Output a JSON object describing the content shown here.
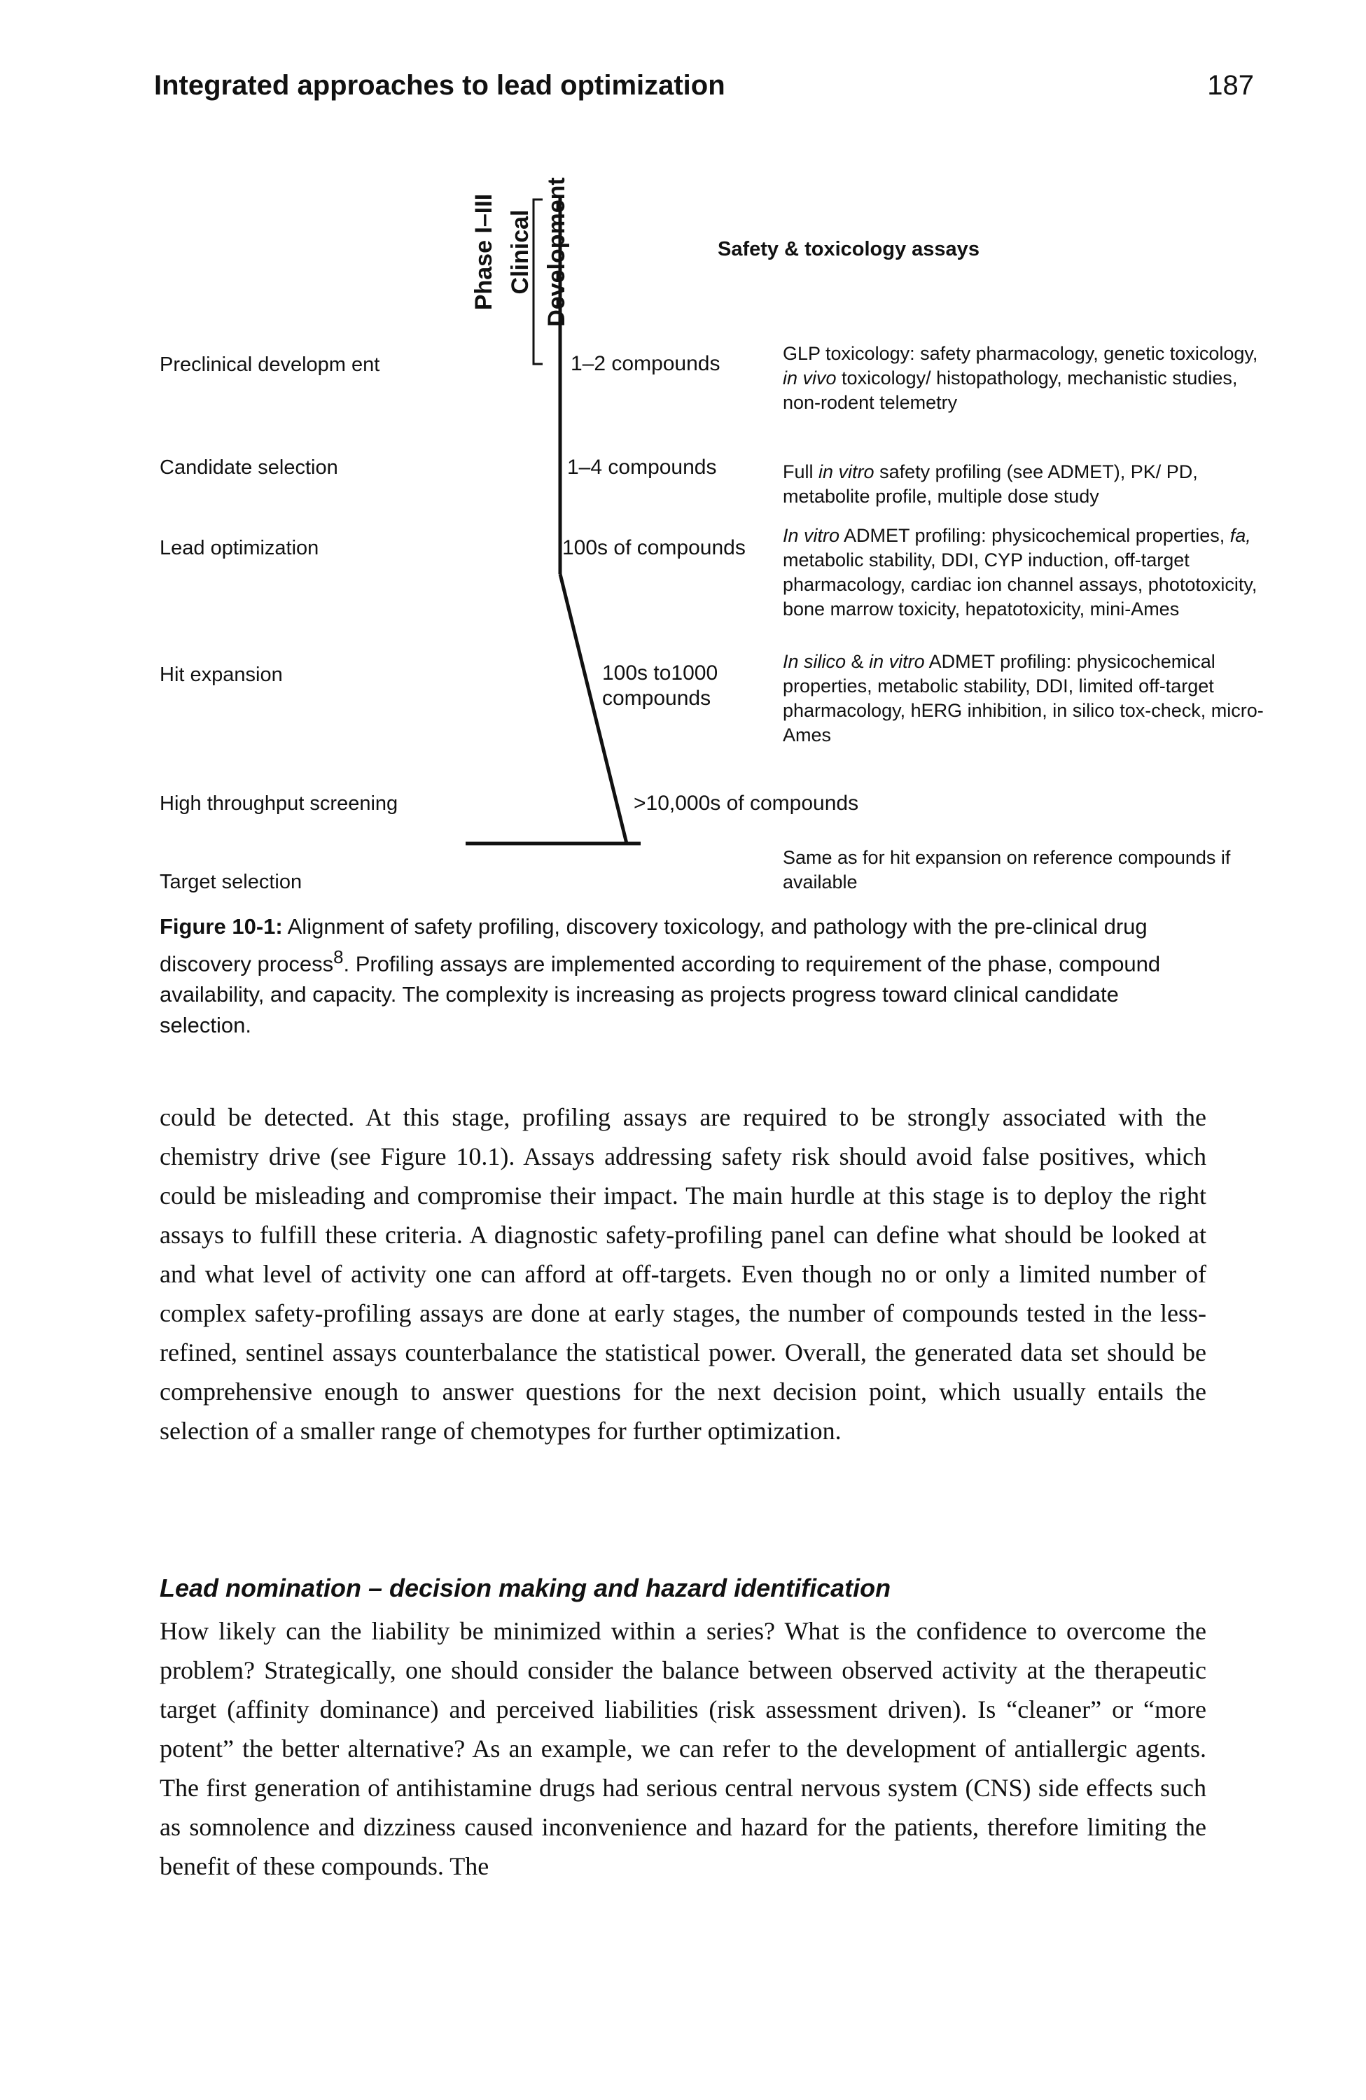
{
  "header": {
    "running_title": "Integrated approaches to lead optimization",
    "page_number": "187"
  },
  "figure": {
    "phase_label_line1": "Phase I–III",
    "phase_label_line2": "Clinical Development",
    "safety_title": "Safety & toxicology assays",
    "stages": [
      {
        "label": "Preclinical developm ent"
      },
      {
        "label": "Candidate selection"
      },
      {
        "label": "Lead optimization"
      },
      {
        "label": "Hit expansion"
      },
      {
        "label": "High throughput screening"
      },
      {
        "label": "Target selection"
      }
    ],
    "counts": [
      "1–2 compounds",
      "1–4 compounds",
      "100s of compounds",
      "100s to1000",
      "compounds",
      ">10,000s of compounds"
    ],
    "descriptions": {
      "d1": "GLP toxicology: safety pharmacology, genetic toxicology,",
      "d1_italic": "in vivo",
      "d1b": "toxicology/ histopathology, mechanistic studies, non-rodent telemetry",
      "d2a": "Full",
      "d2_italic": "in vitro",
      "d2b": "safety profiling (see ADMET), PK/ PD, metabolite profile, multiple dose study",
      "d3_italic": "In vitro",
      "d3a": "ADMET profiling: physicochemical properties,",
      "d3_italic2": "fa,",
      "d3b": "metabolic stability, DDI, CYP induction, off-target pharmacology, cardiac ion channel assays, phototoxicity, bone marrow toxicity, hepatotoxicity, mini-Ames",
      "d4_italic": "In silico",
      "d4a": "&",
      "d4_italic2": "in vitro",
      "d4b": "ADMET profiling: physicochemical properties, metabolic stability, DDI, limited off-target pharmacology, hERG inhibition, in silico tox-check, micro-Ames",
      "d5": "Same as for hit expansion on reference compounds if available"
    }
  },
  "caption": {
    "label": "Figure 10-1:",
    "text_before_ref": "Alignment of safety profiling, discovery toxicology, and pathology with the pre-clinical drug discovery process",
    "ref": "8",
    "text_after_ref": ". Profiling assays are implemented according to requirement of the phase, compound availability, and capacity. The complexity is increasing as projects progress toward clinical candidate selection."
  },
  "body": {
    "paragraph1": "could be detected. At this stage, profiling assays are required to be strongly associated with the chemistry drive (see Figure 10.1). Assays addressing safety risk should avoid false positives, which could be misleading and compromise their impact. The main hurdle at this stage is to deploy the right assays to fulfill these criteria. A diagnostic safety-profiling panel can define what should be looked at and what level of activity one can afford at off-targets. Even though no or only a limited number of complex safety-profiling assays are done at early stages, the number of compounds tested in the less-refined, sentinel assays counterbalance the statistical power. Overall, the generated data set should be comprehensive enough to answer questions for the next decision point, which usually entails the selection of a smaller range of chemotypes for further optimization.",
    "heading": "Lead nomination – decision making and hazard identification",
    "paragraph2": "How likely can the liability be minimized within a series? What is the confidence to overcome the problem? Strategically, one should consider the balance between observed activity at the therapeutic target (affinity dominance) and perceived liabilities (risk assessment driven). Is “cleaner” or “more potent” the better alternative? As an example, we can refer to the development of antiallergic agents. The first generation of antihistamine drugs had serious central nervous system (CNS) side effects such as somnolence and dizziness caused inconvenience and hazard for the patients, therefore limiting the benefit of these compounds. The"
  }
}
